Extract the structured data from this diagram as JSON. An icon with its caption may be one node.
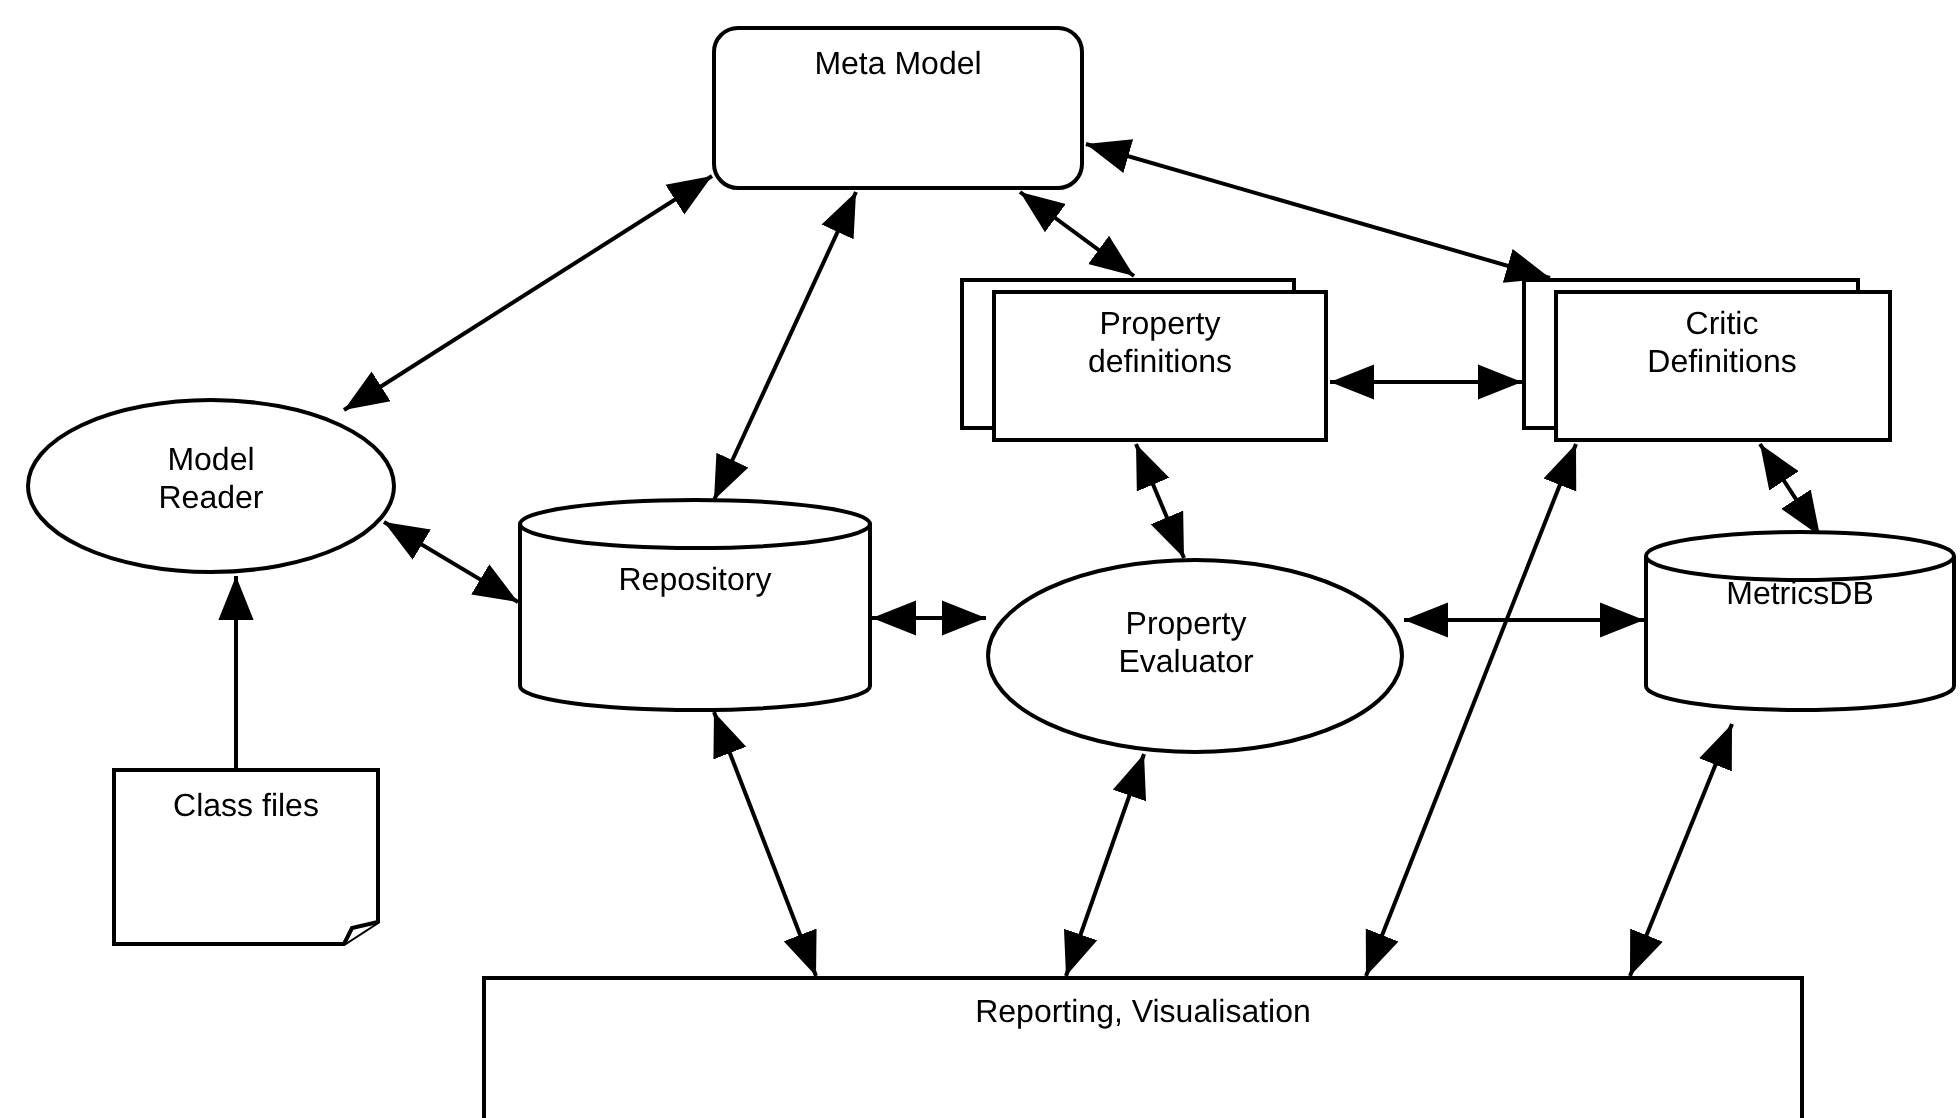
{
  "diagram": {
    "nodes": [
      {
        "text": [
          "Meta Model"
        ]
      },
      {
        "text": [
          "Model Reader"
        ]
      },
      {
        "text": [
          "Property definitions"
        ]
      },
      {
        "text": [
          "Critic Definitions"
        ]
      },
      {
        "text": [
          "Repository"
        ]
      },
      {
        "text": [
          "Property Evaluator"
        ]
      },
      {
        "text": [
          "MetricsDB"
        ]
      },
      {
        "text": [
          "Class files"
        ]
      },
      {
        "text": [
          "Reporting, Visualisation"
        ]
      }
    ],
    "edges": [
      {
        "from": 0,
        "to": 1,
        "arrow": "both"
      },
      {
        "from": 0,
        "to": 4,
        "arrow": "both"
      },
      {
        "from": 0,
        "to": 2,
        "arrow": "both"
      },
      {
        "from": 0,
        "to": 3,
        "arrow": "both"
      },
      {
        "from": 2,
        "to": 3,
        "arrow": "both"
      },
      {
        "from": 1,
        "to": 4,
        "arrow": "both"
      },
      {
        "from": 7,
        "to": 1,
        "arrow": "to"
      },
      {
        "from": 2,
        "to": 5,
        "arrow": "both"
      },
      {
        "from": 3,
        "to": 6,
        "arrow": "both"
      },
      {
        "from": 4,
        "to": 5,
        "arrow": "both"
      },
      {
        "from": 5,
        "to": 6,
        "arrow": "both"
      },
      {
        "from": 4,
        "to": 8,
        "arrow": "both"
      },
      {
        "from": 5,
        "to": 8,
        "arrow": "both"
      },
      {
        "from": 3,
        "to": 8,
        "arrow": "both"
      },
      {
        "from": 6,
        "to": 8,
        "arrow": "both"
      }
    ]
  }
}
